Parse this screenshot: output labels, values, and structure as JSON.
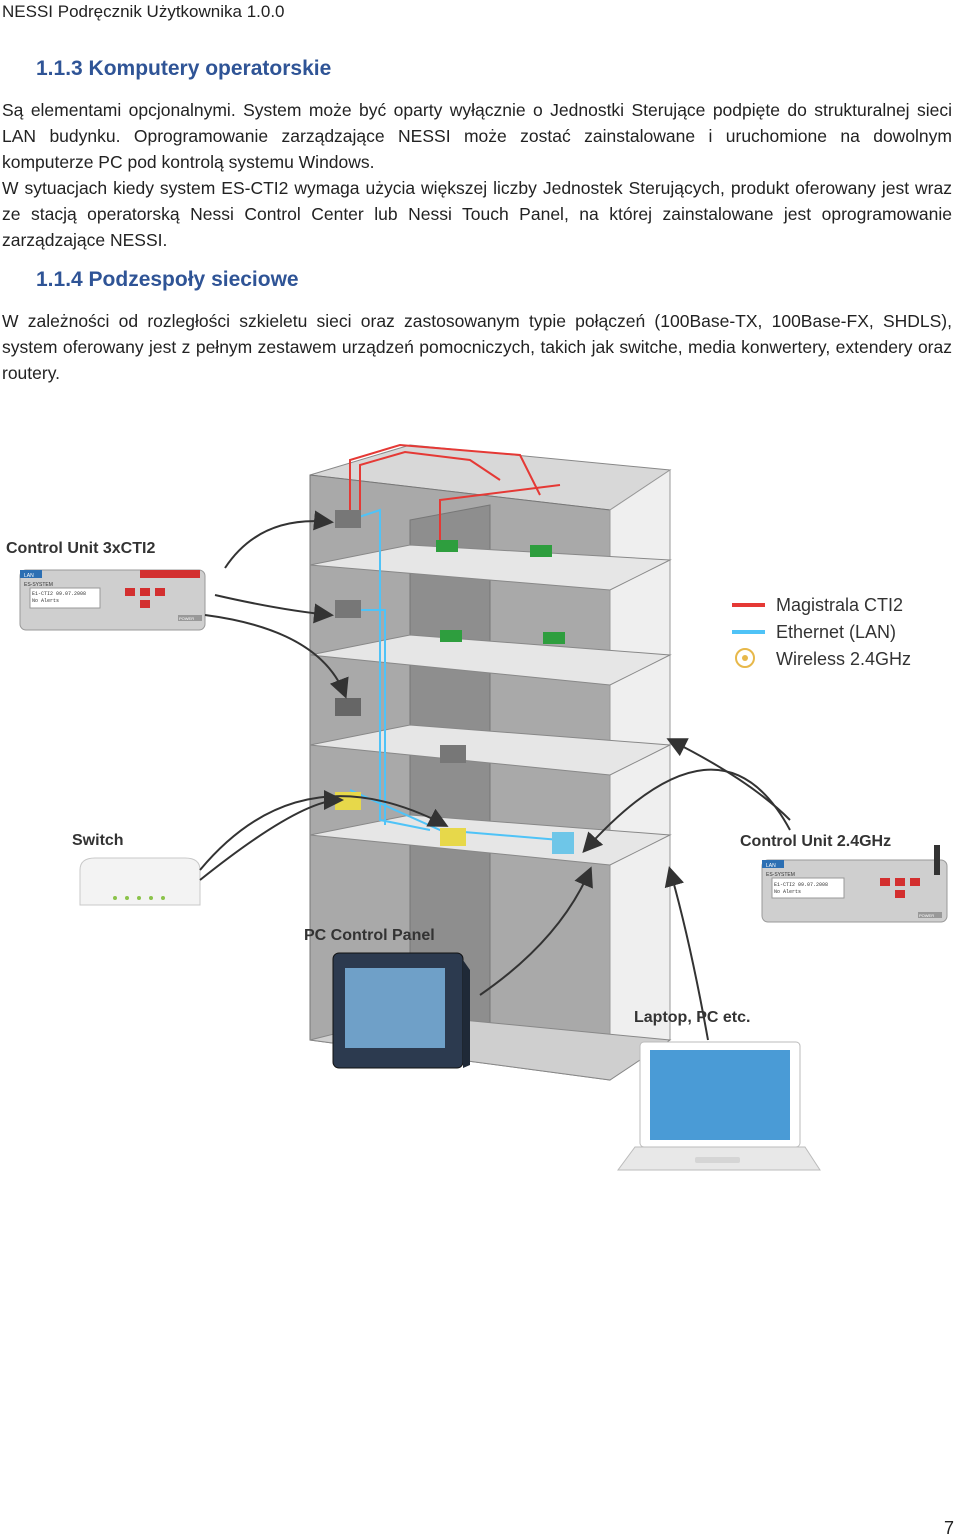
{
  "header": {
    "title": "NESSI Podręcznik Użytkownika  1.0.0"
  },
  "section1": {
    "heading": "1.1.3 Komputery operatorskie",
    "p1": "Są elementami opcjonalnymi. System może być oparty wyłącznie o Jednostki Sterujące podpięte do strukturalnej sieci LAN budynku. Oprogramowanie zarządzające NESSI może zostać zainstalowane i uruchomione na dowolnym komputerze PC pod kontrolą systemu Windows.",
    "p2": "W sytuacjach kiedy system ES-CTI2 wymaga użycia większej liczby Jednostek Sterujących, produkt oferowany jest wraz ze stacją operatorską Nessi Control Center lub Nessi Touch Panel, na której zainstalowane jest oprogramowanie zarządzające NESSI."
  },
  "section2": {
    "heading": "1.1.4 Podzespoły sieciowe",
    "p1": "W zależności od rozległości szkieletu sieci oraz zastosowanym typie połączeń (100Base-TX, 100Base-FX, SHDLS), system oferowany jest z pełnym zestawem urządzeń pomocniczych, takich jak switche, media konwertery, extendery oraz routery."
  },
  "figure": {
    "labels": {
      "control_unit_cti": "Control Unit 3xCTI2",
      "control_unit_wireless": "Control Unit 2.4GHz",
      "switch": "Switch",
      "pc_panel": "PC Control Panel",
      "laptop": "Laptop, PC etc."
    },
    "legend": {
      "cti2": "Magistrala CTI2",
      "ethernet": "Ethernet  (LAN)",
      "wireless": "Wireless 2.4GHz"
    },
    "device_screen_line1": "E1-CTI2 09.07.2008",
    "device_screen_line2": "No Alerts",
    "device_brand": "ES-SYSTEM",
    "device_tag": "LAN",
    "device_power": "POWER",
    "colors": {
      "cti2": "#e53935",
      "ethernet": "#4fc3f7",
      "heading": "#2f5496"
    }
  },
  "footer": {
    "page_number": "7"
  }
}
